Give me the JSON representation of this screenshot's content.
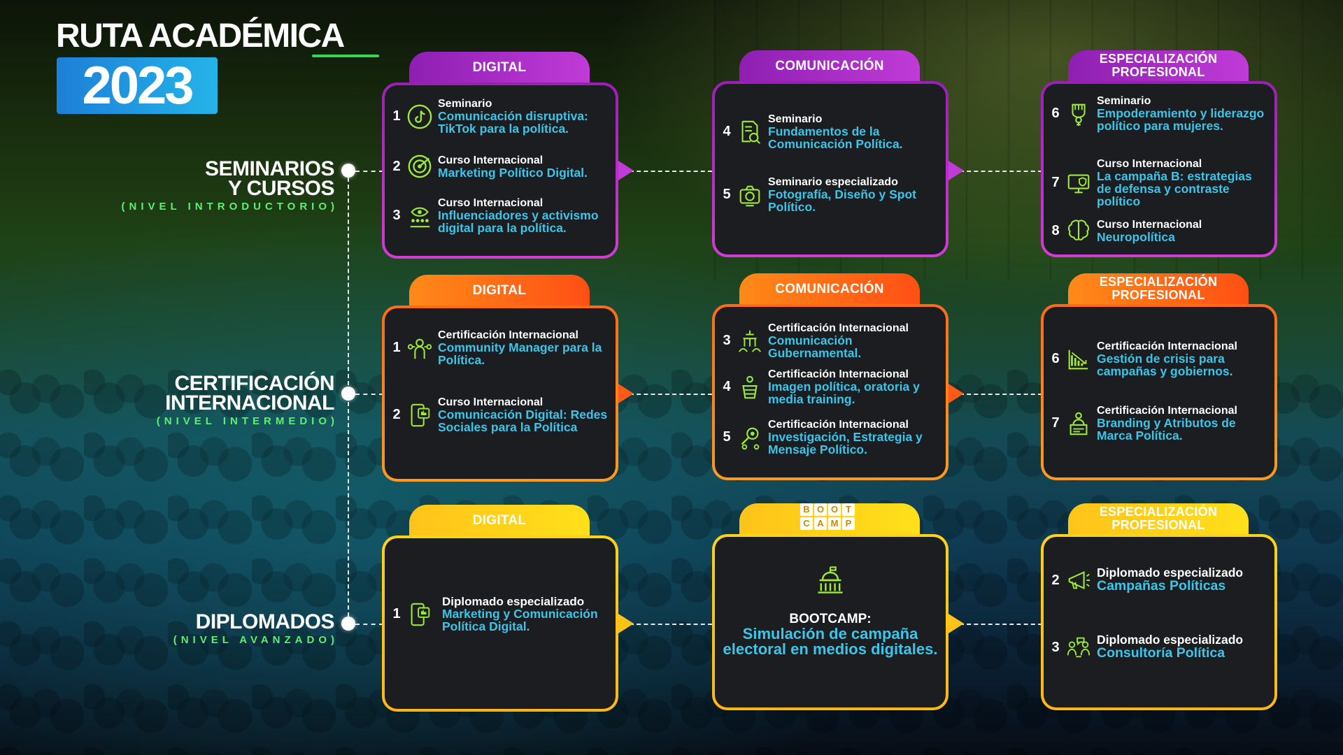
{
  "header": {
    "title": "RUTA ACADÉMICA",
    "year": "2023"
  },
  "levels": [
    {
      "title_line1": "SEMINARIOS",
      "title_line2": "Y CURSOS",
      "subtitle": "(NIVEL INTRODUCTORIO)"
    },
    {
      "title_line1": "CERTIFICACIÓN",
      "title_line2": "INTERNACIONAL",
      "subtitle": "(NIVEL INTERMEDIO)"
    },
    {
      "title_line1": "DIPLOMADOS",
      "title_line2": "",
      "subtitle": "(NIVEL AVANZADO)"
    }
  ],
  "rows": [
    {
      "cards": [
        {
          "tab": "DIGITAL",
          "items": [
            {
              "num": "1",
              "icon": "tiktok-icon",
              "kind": "Seminario",
              "name": "Comunicación disruptiva: TikTok para la política."
            },
            {
              "num": "2",
              "icon": "target-icon",
              "kind": "Curso Internacional",
              "name": "Marketing Político Digital."
            },
            {
              "num": "3",
              "icon": "influencer-icon",
              "kind": "Curso Internacional",
              "name": "Influenciadores y activismo digital para la política."
            }
          ]
        },
        {
          "tab": "COMUNICACIÓN",
          "items": [
            {
              "num": "4",
              "icon": "document-search-icon",
              "kind": "Seminario",
              "name": "Fundamentos de la Comunicación Política."
            },
            {
              "num": "5",
              "icon": "camera-icon",
              "kind": "Seminario especializado",
              "name": "Fotografía, Diseño y Spot Político."
            }
          ]
        },
        {
          "tab_line1": "ESPECIALIZACIÓN",
          "tab_line2": "PROFESIONAL",
          "items": [
            {
              "num": "6",
              "icon": "fist-female-icon",
              "kind": "Seminario",
              "name": "Empoderamiento y liderazgo político para mujeres."
            },
            {
              "num": "7",
              "icon": "shield-monitor-icon",
              "kind": "Curso Internacional",
              "name": "La campaña B: estrategias de defensa y contraste político"
            },
            {
              "num": "8",
              "icon": "brain-icon",
              "kind": "Curso Internacional",
              "name": "Neuropolítica"
            }
          ]
        }
      ]
    },
    {
      "cards": [
        {
          "tab": "DIGITAL",
          "items": [
            {
              "num": "1",
              "icon": "community-icon",
              "kind": "Certificación Internacional",
              "name": "Community Manager para la Política."
            },
            {
              "num": "2",
              "icon": "phone-like-icon",
              "kind": "Curso Internacional",
              "name": "Comunicación Digital: Redes Sociales para la Política"
            }
          ]
        },
        {
          "tab": "COMUNICACIÓN",
          "items": [
            {
              "num": "3",
              "icon": "government-icon",
              "kind": "Certificación Internacional",
              "name": "Comunicación Gubernamental."
            },
            {
              "num": "4",
              "icon": "podium-icon",
              "kind": "Certificación Internacional",
              "name": "Imagen política, oratoria y media training."
            },
            {
              "num": "5",
              "icon": "research-icon",
              "kind": "Certificación Internacional",
              "name": "Investigación, Estrategia y Mensaje Político."
            }
          ]
        },
        {
          "tab_line1": "ESPECIALIZACIÓN",
          "tab_line2": "PROFESIONAL",
          "items": [
            {
              "num": "6",
              "icon": "crisis-chart-icon",
              "kind": "Certificación Internacional",
              "name": "Gestión de crisis para campañas y gobiernos."
            },
            {
              "num": "7",
              "icon": "speaker-brand-icon",
              "kind": "Certificación Internacional",
              "name": "Branding y Atributos de Marca Política."
            }
          ]
        }
      ]
    },
    {
      "cards": [
        {
          "tab": "DIGITAL",
          "items": [
            {
              "num": "1",
              "icon": "phone-like-icon",
              "kind": "Diplomado especializado",
              "name": "Marketing y Comunicación Política Digital."
            }
          ]
        },
        {
          "tab_logo": [
            "B",
            "O",
            "O",
            "T",
            "C",
            "A",
            "M",
            "P"
          ],
          "items": [
            {
              "num": "",
              "icon": "capitol-icon",
              "kind": "BOOTCAMP:",
              "name": "Simulación de campaña electoral en medios digitales."
            }
          ]
        },
        {
          "tab_line1": "ESPECIALIZACIÓN",
          "tab_line2": "PROFESIONAL",
          "items": [
            {
              "num": "2",
              "icon": "megaphone-icon",
              "kind": "Diplomado especializado",
              "name": "Campañas Políticas"
            },
            {
              "num": "3",
              "icon": "consulting-icon",
              "kind": "Diplomado especializado",
              "name": "Consultoría Política"
            }
          ]
        }
      ]
    }
  ],
  "colors": {
    "purple": "#b52ecf",
    "orange": "#ff7a18",
    "yellow": "#ffc61a",
    "accent_text": "#3cc5e8",
    "level_sub": "#5df070",
    "icon": "#9ee83a"
  }
}
